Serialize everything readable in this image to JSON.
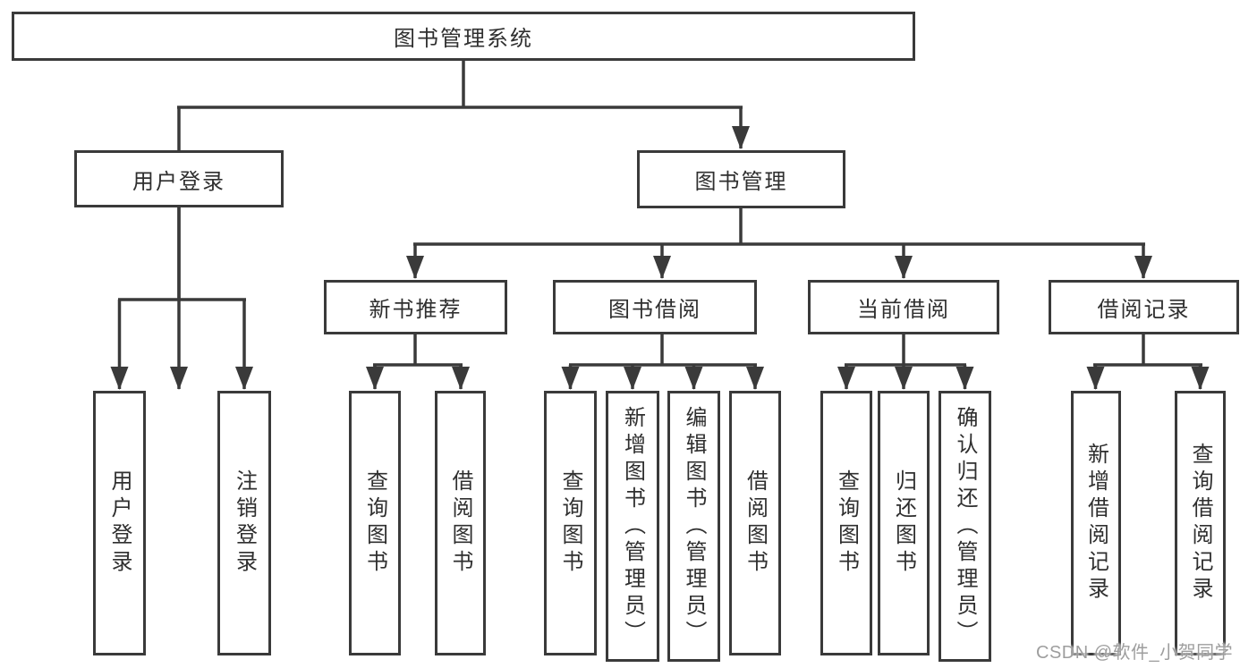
{
  "colors": {
    "line": "#3a3a3a",
    "text": "#2f2f2f",
    "watermark": "#9e9e9e",
    "background": "#ffffff"
  },
  "tree": {
    "root": "图书管理系统",
    "branches": [
      {
        "label": "用户登录",
        "children": [
          "用户登录",
          "注销登录"
        ]
      },
      {
        "label": "图书管理",
        "sections": [
          {
            "label": "新书推荐",
            "children": [
              "查询图书",
              "借阅图书"
            ]
          },
          {
            "label": "图书借阅",
            "children": [
              "查询图书",
              "新增图书（管理员）",
              "编辑图书（管理员）",
              "借阅图书"
            ]
          },
          {
            "label": "当前借阅",
            "children": [
              "查询图书",
              "归还图书",
              "确认归还（管理员）"
            ]
          },
          {
            "label": "借阅记录",
            "children": [
              "新增借阅记录",
              "查询借阅记录"
            ]
          }
        ]
      }
    ]
  },
  "watermark": "CSDN @软件_小贺同学"
}
